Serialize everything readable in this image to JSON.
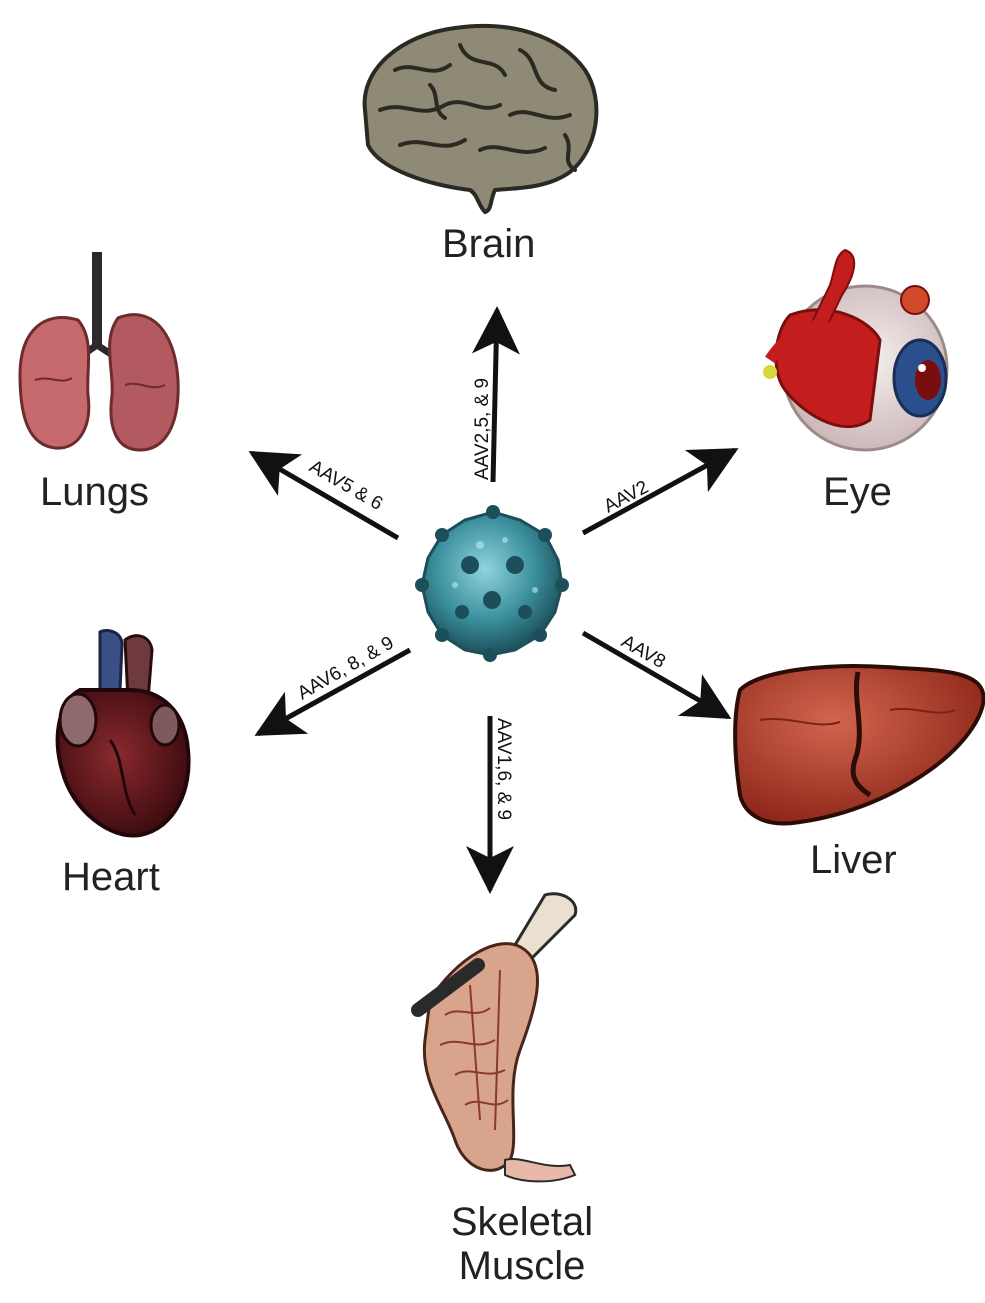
{
  "hub": {
    "name": "AAV capsid",
    "icon": "virus-capsid-icon"
  },
  "colors": {
    "arrow": "#111111",
    "capsid": "#3a8f9c",
    "brain": "#8f8a76",
    "lungs": "#c66a6e",
    "eye_muscle": "#c31d1d",
    "iris": "#2b4f8c",
    "heart": "#5a1418",
    "heart_vessel": "#3a4f86",
    "liver": "#b33e2c",
    "skeletal": "#d8a58c"
  },
  "organs": {
    "brain": {
      "label": "Brain",
      "icon": "brain-icon"
    },
    "lungs": {
      "label": "Lungs",
      "icon": "lungs-icon"
    },
    "eye": {
      "label": "Eye",
      "icon": "eye-icon"
    },
    "heart": {
      "label": "Heart",
      "icon": "heart-icon"
    },
    "liver": {
      "label": "Liver",
      "icon": "liver-icon"
    },
    "skeletal_muscle": {
      "label_line1": "Skeletal",
      "label_line2": "Muscle",
      "icon": "skeletal-muscle-icon"
    }
  },
  "arrows": {
    "brain": "AAV2,5, & 9",
    "lungs": "AAV5 & 6",
    "eye": "AAV2",
    "heart": "AAV6, 8, & 9",
    "liver": "AAV8",
    "muscle": "AAV1,6, & 9"
  }
}
